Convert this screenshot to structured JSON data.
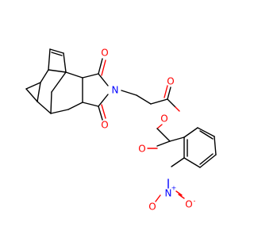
{
  "molecule": {
    "colors": {
      "carbon": "#000000",
      "oxygen": "#ff0000",
      "nitrogen": "#0000ff",
      "background": "#ffffff"
    },
    "atoms": {
      "imide_o_top": "O",
      "imide_o_bottom": "O",
      "imide_n": "N",
      "ester_carbonyl_o": "O",
      "ester_o": "O",
      "ketone_o": "O",
      "nitro_n": "N",
      "nitro_n_charge": "+",
      "nitro_o_left": "O",
      "nitro_o_right": "O",
      "nitro_o_charge": "-"
    }
  }
}
